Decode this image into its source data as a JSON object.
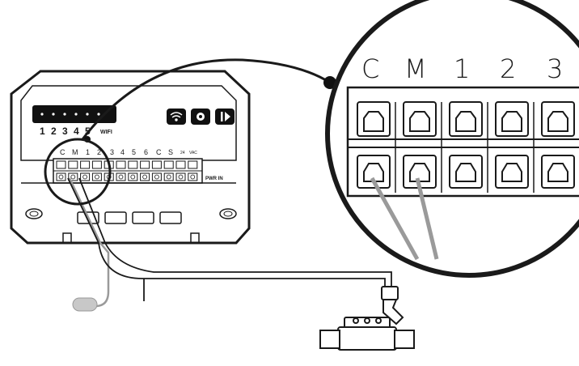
{
  "controller": {
    "zone_numbers": [
      "1",
      "2",
      "3",
      "4",
      "5"
    ],
    "wifi_label": "WIFI",
    "terminals": [
      "C",
      "M",
      "1",
      "2",
      "3",
      "4",
      "5",
      "6",
      "C",
      "S",
      "24",
      "VAC"
    ],
    "pwr_label": "PWR IN",
    "buttons": [
      "wifi-icon",
      "gear-icon",
      "play-pause-icon"
    ]
  },
  "zoom": {
    "terminals": [
      "C",
      "M",
      "1",
      "2",
      "3"
    ]
  },
  "colors": {
    "outline": "#1a1a1a",
    "wire": "#9a9a9a",
    "sensor": "#c8c8c8"
  }
}
